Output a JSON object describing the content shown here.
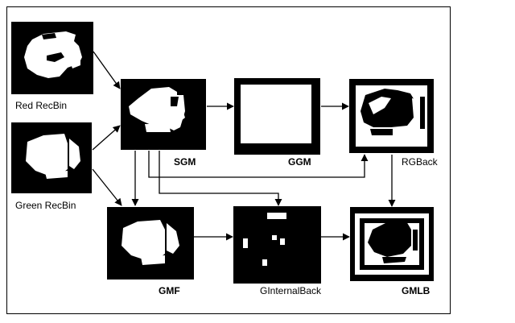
{
  "nodes": {
    "red_recbin": {
      "label": "Red RecBin",
      "bold": false
    },
    "green_recbin": {
      "label": "Green RecBin",
      "bold": false
    },
    "sgm": {
      "label": "SGM",
      "bold": true
    },
    "ggm": {
      "label": "GGM",
      "bold": true
    },
    "rgback": {
      "label": "RGBack",
      "bold": false
    },
    "gmf": {
      "label": "GMF",
      "bold": true
    },
    "ginternalback": {
      "label": "GInternalBack",
      "bold": false
    },
    "gmlb": {
      "label": "GMLB",
      "bold": true
    }
  },
  "edges": [
    {
      "from": "red_recbin",
      "to": "sgm"
    },
    {
      "from": "green_recbin",
      "to": "sgm"
    },
    {
      "from": "green_recbin",
      "to": "gmf"
    },
    {
      "from": "sgm",
      "to": "ggm"
    },
    {
      "from": "ggm",
      "to": "rgback"
    },
    {
      "from": "sgm",
      "to": "rgback"
    },
    {
      "from": "sgm",
      "to": "gmf"
    },
    {
      "from": "sgm",
      "to": "ginternalback"
    },
    {
      "from": "rgback",
      "to": "gmlb"
    },
    {
      "from": "gmf",
      "to": "ginternalback"
    },
    {
      "from": "ginternalback",
      "to": "gmlb"
    }
  ],
  "colors": {
    "foreground": "#000000",
    "background": "#ffffff"
  }
}
